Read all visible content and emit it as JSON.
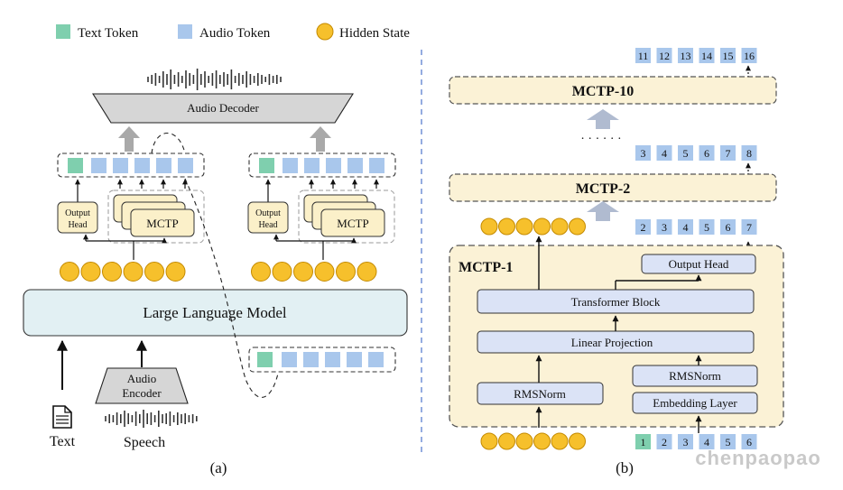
{
  "legend": {
    "text_token": "Text Token",
    "audio_token": "Audio Token",
    "hidden_state": "Hidden State"
  },
  "left": {
    "audio_decoder": "Audio Decoder",
    "output_head_line1": "Output",
    "output_head_line2": "Head",
    "mctp": "MCTP",
    "llm": "Large Language Model",
    "audio_encoder_line1": "Audio",
    "audio_encoder_line2": "Encoder",
    "text_label": "Text",
    "speech_label": "Speech",
    "caption": "(a)"
  },
  "right": {
    "mctp10": "MCTP-10",
    "mctp2": "MCTP-2",
    "mctp1": "MCTP-1",
    "ellipsis": "· · · · · ·",
    "output_head": "Output Head",
    "transformer_block": "Transformer Block",
    "linear_projection": "Linear Projection",
    "rmsnorm_left": "RMSNorm",
    "rmsnorm_right": "RMSNorm",
    "embedding_layer": "Embedding Layer",
    "tokens_mctp10": [
      "11",
      "12",
      "13",
      "14",
      "15",
      "16"
    ],
    "tokens_mctp2": [
      "3",
      "4",
      "5",
      "6",
      "7",
      "8"
    ],
    "tokens_mctp1_out": [
      "2",
      "3",
      "4",
      "5",
      "6",
      "7"
    ],
    "tokens_input": [
      "1",
      "2",
      "3",
      "4",
      "5",
      "6"
    ],
    "caption": "(b)"
  },
  "watermark": "chenpaopao",
  "colors": {
    "text_token": "#7fcfae",
    "audio_token": "#a9c7ec",
    "hidden_state": "#f6c02c",
    "hidden_state_stroke": "#c48a00",
    "output_head_fill": "#fbf0c9",
    "mctp_panel_fill": "#fbf2d6",
    "block_fill": "#dbe3f6",
    "llm_fill": "#e2f0f3",
    "decoder_fill": "#d6d6d6",
    "divider": "#5b80d0"
  }
}
